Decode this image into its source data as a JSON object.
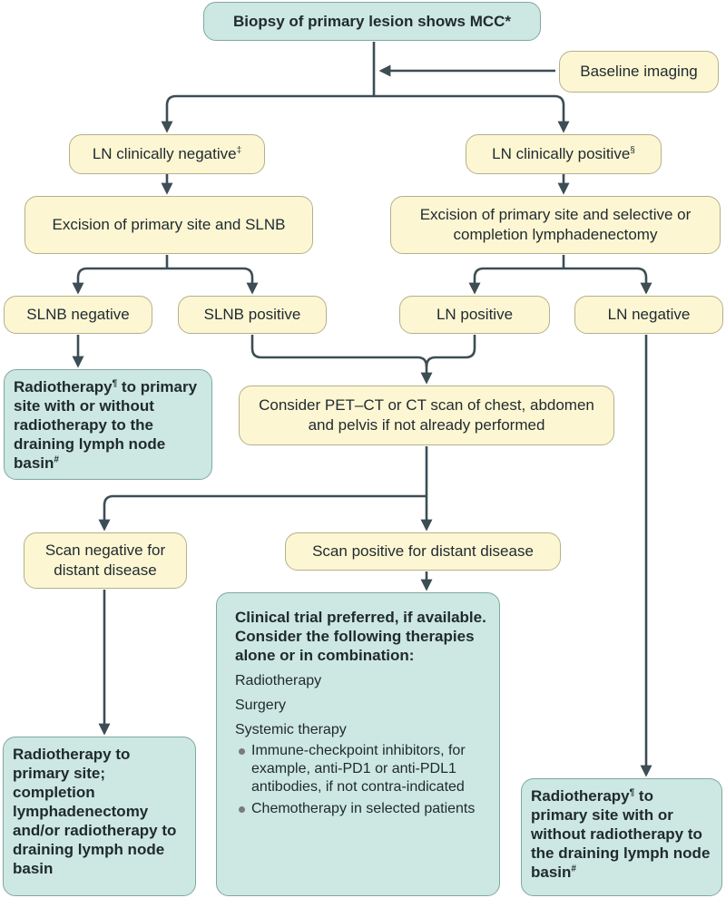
{
  "colors": {
    "yellow": "#fdf6d3",
    "teal": "#cde7e2",
    "line": "#3d4d55"
  },
  "nodes": {
    "biopsy": {
      "text": "Biopsy of primary lesion shows MCC*"
    },
    "baseline": {
      "text": "Baseline imaging"
    },
    "ln_neg": {
      "text": "LN clinically negative",
      "sup": "‡"
    },
    "ln_pos": {
      "text": "LN clinically positive",
      "sup": "§"
    },
    "excision_slnb": {
      "text": "Excision of primary site and SLNB"
    },
    "excision_lymph": {
      "text": "Excision of primary site and selective or completion lymphadenectomy"
    },
    "slnb_neg": {
      "text": "SLNB negative"
    },
    "slnb_pos": {
      "text": "SLNB positive"
    },
    "ln_positive": {
      "text": "LN positive"
    },
    "ln_negative": {
      "text": "LN negative"
    },
    "rt_left": {
      "p1": "Radiotherapy",
      "sup": "¶",
      "p2": " to primary site with or without radiotherapy to the draining lymph node basin",
      "sup2": "#"
    },
    "pet": {
      "text": "Consider PET–CT or CT scan of chest, abdomen and pelvis if not already performed"
    },
    "scan_neg": {
      "text": "Scan negative for distant disease"
    },
    "scan_pos": {
      "text": "Scan positive for distant disease"
    },
    "rt_bottom_left": {
      "text": "Radiotherapy to primary site; completion lymphadenectomy and/or radiotherapy to draining lymph node basin"
    },
    "trial": {
      "head": "Clinical trial preferred, if available. Consider the following therapies alone or in combination:",
      "items": [
        "Radiotherapy",
        "Surgery",
        "Systemic therapy"
      ],
      "bullets": [
        "Immune-checkpoint inhibitors, for example, anti-PD1 or anti-PDL1 antibodies, if not contra-indicated",
        "Chemotherapy in selected patients"
      ]
    },
    "rt_right": {
      "p1": "Radiotherapy",
      "sup": "¶",
      "p2": " to primary site with or without radiotherapy to the draining lymph node basin",
      "sup2": "#"
    }
  }
}
